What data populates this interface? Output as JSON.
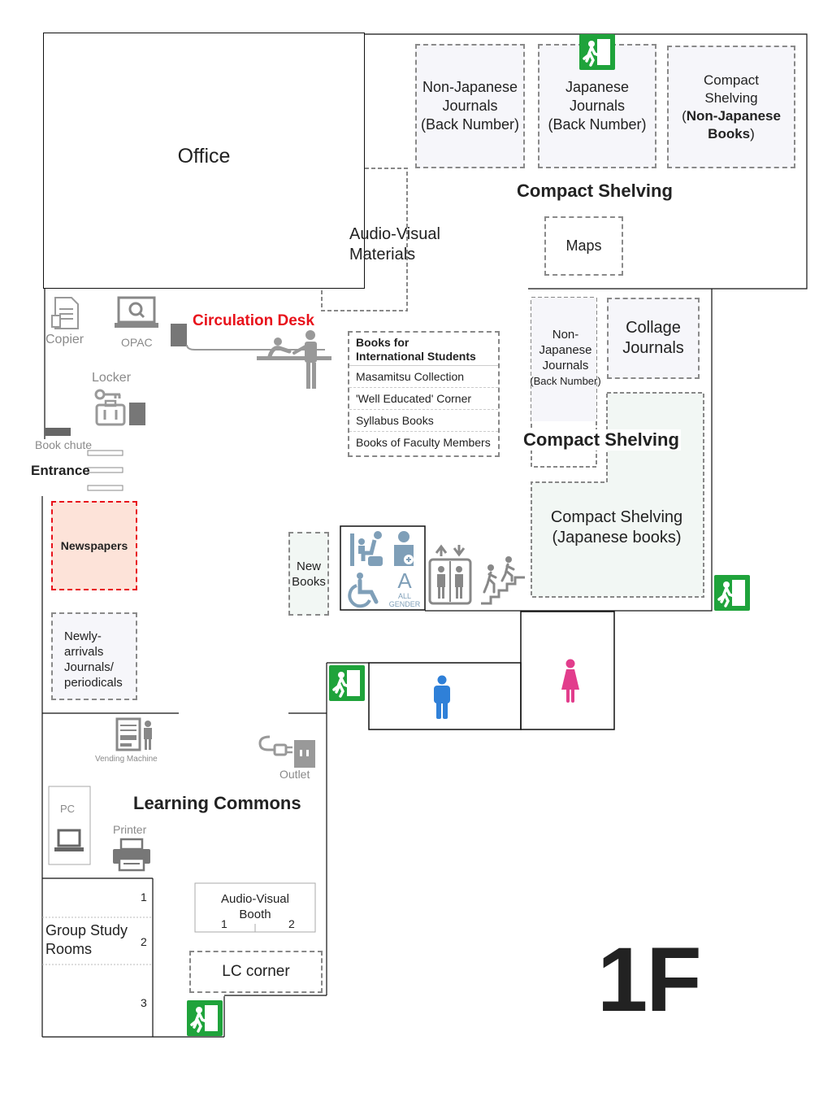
{
  "floor_label": "1F",
  "areas": {
    "office": "Office",
    "non_japanese_journals": [
      "Non-Japanese",
      "Journals",
      "(Back Number)"
    ],
    "japanese_journals": [
      "Japanese",
      "Journals",
      "(Back Number)"
    ],
    "compact_nonjp_books": {
      "line1": "Compact",
      "line2": "Shelving",
      "line3_open": "(",
      "line3_bold": "Non-Japanese",
      "line4_bold": "Books",
      "line4_close": ")"
    },
    "compact_shelving_top": "Compact Shelving",
    "maps": "Maps",
    "audio_visual": [
      "Audio-Visual",
      "Materials"
    ],
    "circulation_desk": "Circulation Desk",
    "copier": "Copier",
    "opac": "OPAC",
    "locker": "Locker",
    "book_chute": "Book chute",
    "entrance": "Entrance",
    "newspapers": "Newspapers",
    "new_books": [
      "New",
      "Books"
    ],
    "newly_arrivals": [
      "Newly-",
      "arrivals",
      "Journals/",
      "periodicals"
    ],
    "non_japanese_journals_2": [
      "Non-",
      "Japanese",
      "Journals",
      "(Back Number)"
    ],
    "collage_journals": [
      "Collage",
      "Journals"
    ],
    "compact_shelving_mid": "Compact Shelving",
    "compact_japanese": [
      "Compact Shelving",
      "(Japanese books)"
    ],
    "vending_machine": "Vending Machine",
    "outlet": "Outlet",
    "learning_commons": "Learning Commons",
    "pc": "PC",
    "printer": "Printer",
    "group_study": [
      "Group Study",
      "Rooms"
    ],
    "group_numbers": [
      "1",
      "2",
      "3"
    ],
    "av_booth": [
      "Audio-Visual",
      "Booth"
    ],
    "av_booth_numbers": [
      "1",
      "2"
    ],
    "lc_corner": "LC corner",
    "all_gender": [
      "A",
      "ALL",
      "GENDER"
    ]
  },
  "shelf_list": {
    "header": [
      "Books for",
      "International Students"
    ],
    "items": [
      "Masamitsu Collection",
      "'Well Educated' Corner",
      "Syllabus Books",
      "Books of Faculty Members"
    ]
  },
  "colors": {
    "exit_green": "#1fa33b",
    "circulation_red": "#e8121b",
    "newspaper_fill": "#fde3d9",
    "male_blue": "#2f80d8",
    "female_pink": "#e23d8c",
    "icon_gray": "#8a8a8a",
    "restroom_icon": "#7f9fb8"
  },
  "icons": [
    "emergency-exit-icon",
    "copier-icon",
    "opac-icon",
    "locker-icon",
    "desk-staff-icon",
    "restroom-multipurpose-icon",
    "elevator-icon",
    "stairs-icon",
    "male-icon",
    "female-icon",
    "vending-machine-icon",
    "outlet-icon",
    "pc-icon",
    "printer-icon"
  ]
}
